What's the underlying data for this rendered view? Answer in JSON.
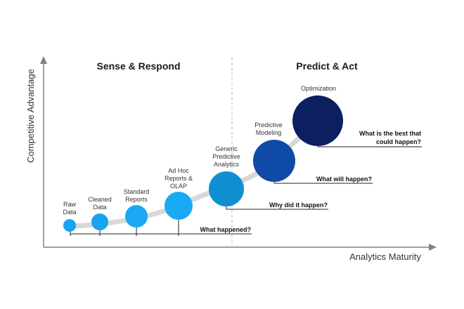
{
  "axes": {
    "x_label": "Analytics Maturity",
    "y_label": "Competitive Advantage"
  },
  "zones": [
    {
      "title": "Sense & Respond"
    },
    {
      "title": "Predict & Act"
    }
  ],
  "stages": [
    {
      "label_lines": [
        "Raw",
        "Data"
      ],
      "color": "#1AA3F0"
    },
    {
      "label_lines": [
        "Cleaned",
        "Data"
      ],
      "color": "#1AA3F0"
    },
    {
      "label_lines": [
        "Standard",
        "Reports"
      ],
      "color": "#1AA8F2"
    },
    {
      "label_lines": [
        "Ad Hoc",
        "Reports &",
        "OLAP"
      ],
      "color": "#1AAAF5"
    },
    {
      "label_lines": [
        "Generic",
        "Predictive",
        "Analytics"
      ],
      "color": "#0F8FD0"
    },
    {
      "label_lines": [
        "Predictive",
        "Modeling"
      ],
      "color": "#0F4AA6"
    },
    {
      "label_lines": [
        "Optimization"
      ],
      "color": "#0C1F5F"
    }
  ],
  "questions": [
    {
      "lines": [
        "What happened?"
      ]
    },
    {
      "lines": [
        "Why did it happen?"
      ]
    },
    {
      "lines": [
        "What will happen?"
      ]
    },
    {
      "lines": [
        "What is the best that",
        "could happen?"
      ]
    }
  ],
  "colors": {
    "curve": "#d8d8d8",
    "axis": "#808080",
    "divider": "#bbbbbb",
    "bracket": "#222222"
  }
}
